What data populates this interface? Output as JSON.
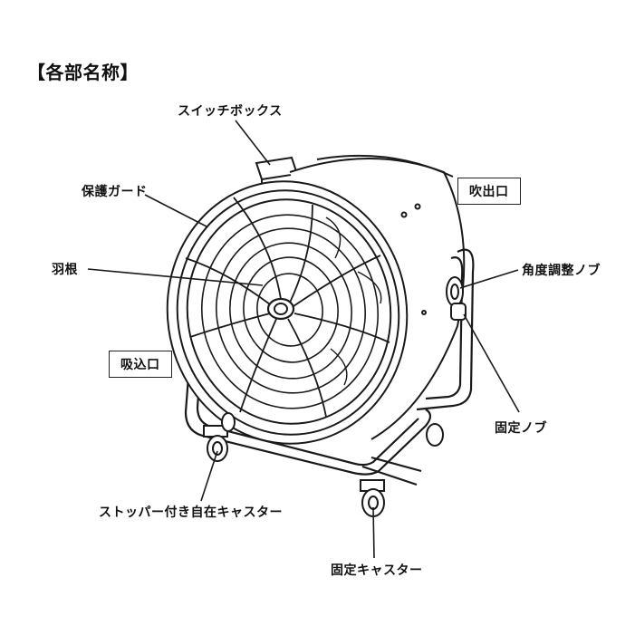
{
  "title": "【各部名称】",
  "labels": {
    "switch_box": "スイッチボックス",
    "guard": "保護ガード",
    "blade": "羽根",
    "outlet": "吹出口",
    "angle_knob": "角度調整ノブ",
    "inlet": "吸込口",
    "fixing_knob": "固定ノブ",
    "stopper_caster": "ストッパー付き自在キャスター",
    "fixed_caster": "固定キャスター"
  }
}
